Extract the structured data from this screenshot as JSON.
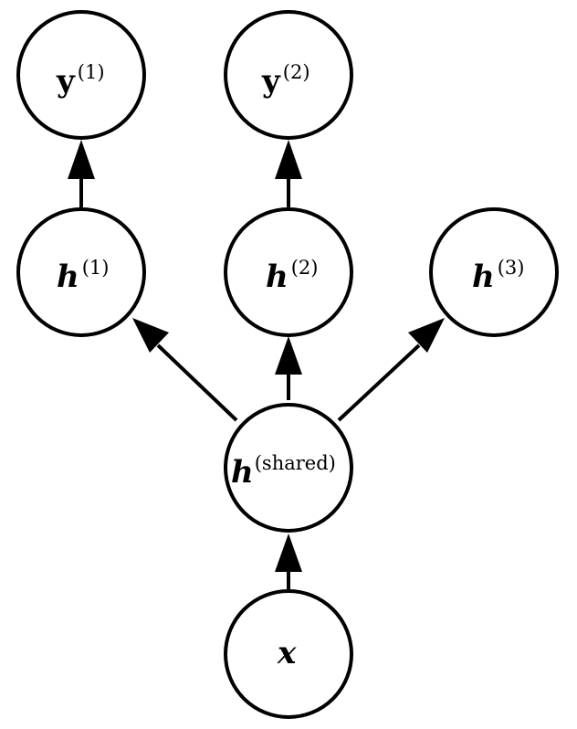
{
  "diagram": {
    "nodes": {
      "y1": {
        "main": "y",
        "sup": "(1)"
      },
      "y2": {
        "main": "y",
        "sup": "(2)"
      },
      "h1": {
        "main": "h",
        "sup": "(1)"
      },
      "h2": {
        "main": "h",
        "sup": "(2)"
      },
      "h3": {
        "main": "h",
        "sup": "(3)"
      },
      "hs": {
        "main": "h",
        "sup": "(shared)"
      },
      "x": {
        "main": "x",
        "sup": ""
      }
    },
    "edges": [
      {
        "from": "x",
        "to": "hs"
      },
      {
        "from": "hs",
        "to": "h1"
      },
      {
        "from": "hs",
        "to": "h2"
      },
      {
        "from": "hs",
        "to": "h3"
      },
      {
        "from": "h1",
        "to": "y1"
      },
      {
        "from": "h2",
        "to": "y2"
      }
    ]
  }
}
